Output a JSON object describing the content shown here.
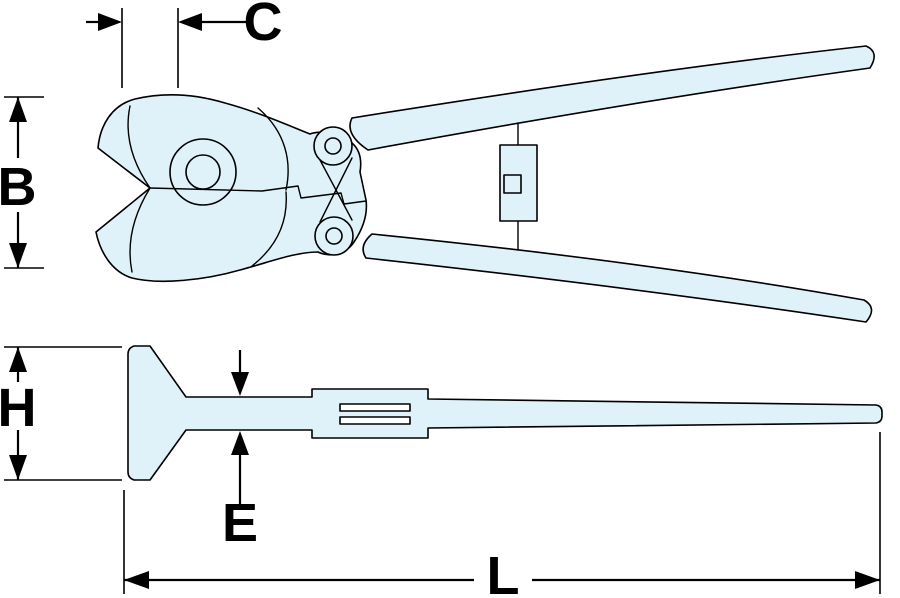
{
  "diagram": {
    "labels": {
      "c": "C",
      "b": "B",
      "h": "H",
      "e": "E",
      "l": "L"
    },
    "colors": {
      "part_fill": "#dff1f9",
      "outline": "#000000",
      "dimension_ink": "#000000",
      "background": "#ffffff"
    }
  }
}
